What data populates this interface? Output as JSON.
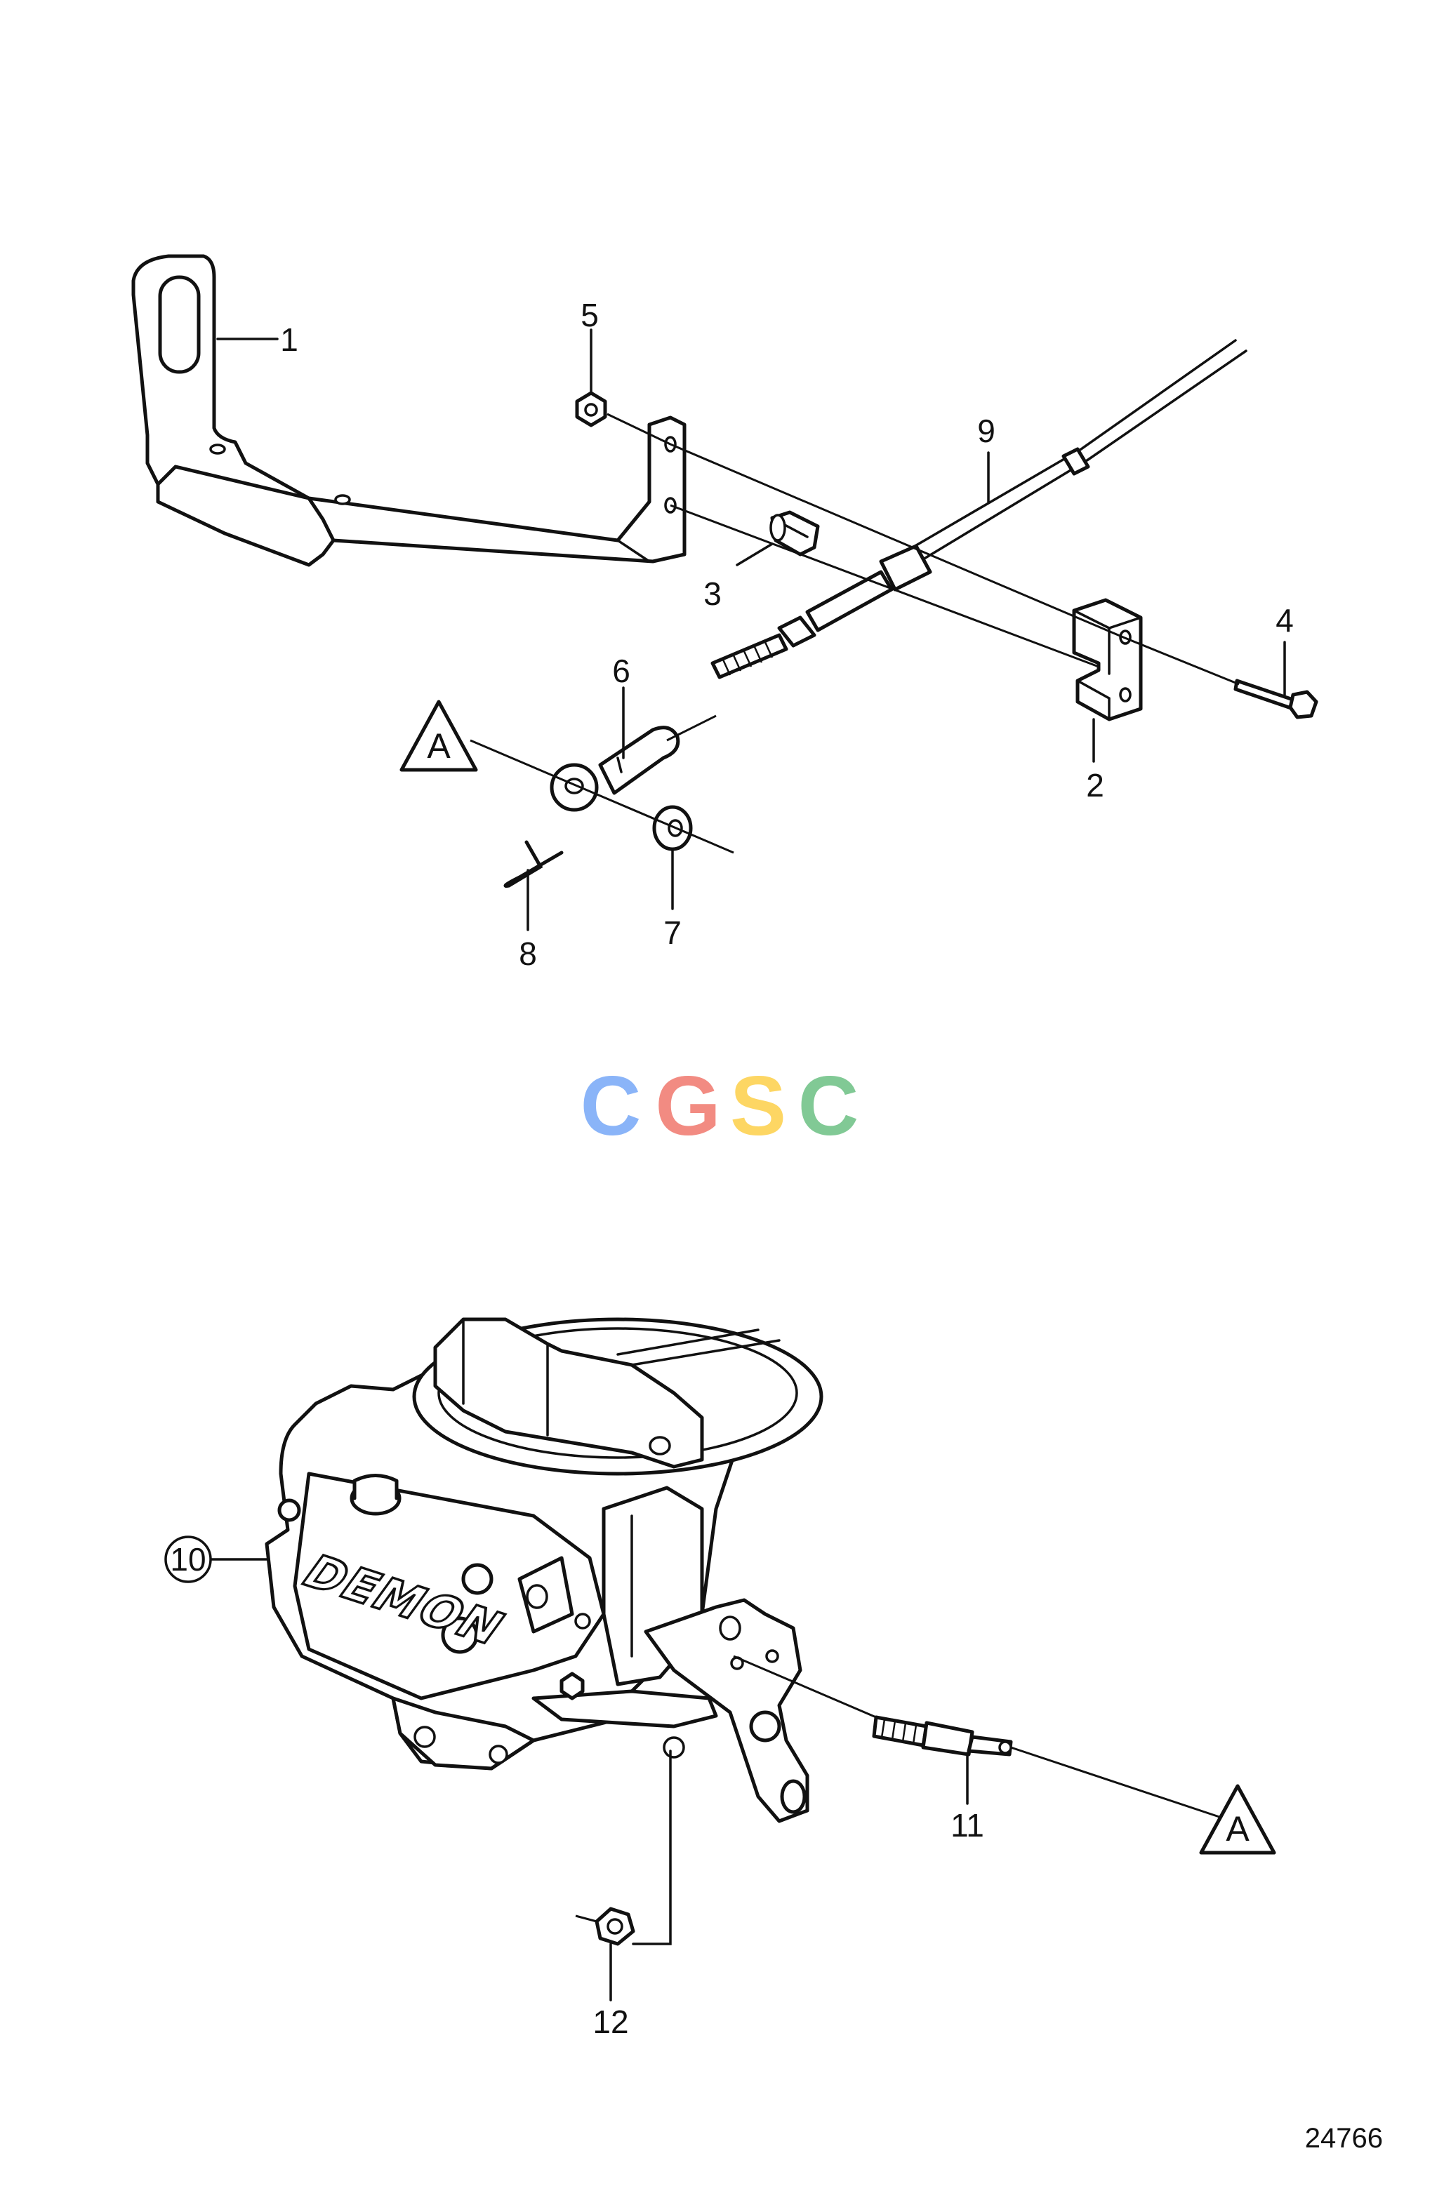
{
  "callouts": {
    "p1": "1",
    "p2": "2",
    "p3": "3",
    "p4": "4",
    "p5": "5",
    "p6": "6",
    "p7": "7",
    "p8": "8",
    "p9": "9",
    "p10": "10",
    "p11": "11",
    "p12": "12"
  },
  "reference_marks": {
    "top": "A",
    "bottom": "A"
  },
  "carburetor_brand": "DEMON",
  "watermark": {
    "letters": [
      "C",
      "G",
      "S",
      "C"
    ],
    "colors": [
      "#8ab4f8",
      "#f28b82",
      "#fdd663",
      "#81c995"
    ]
  },
  "figure_number": "24766"
}
